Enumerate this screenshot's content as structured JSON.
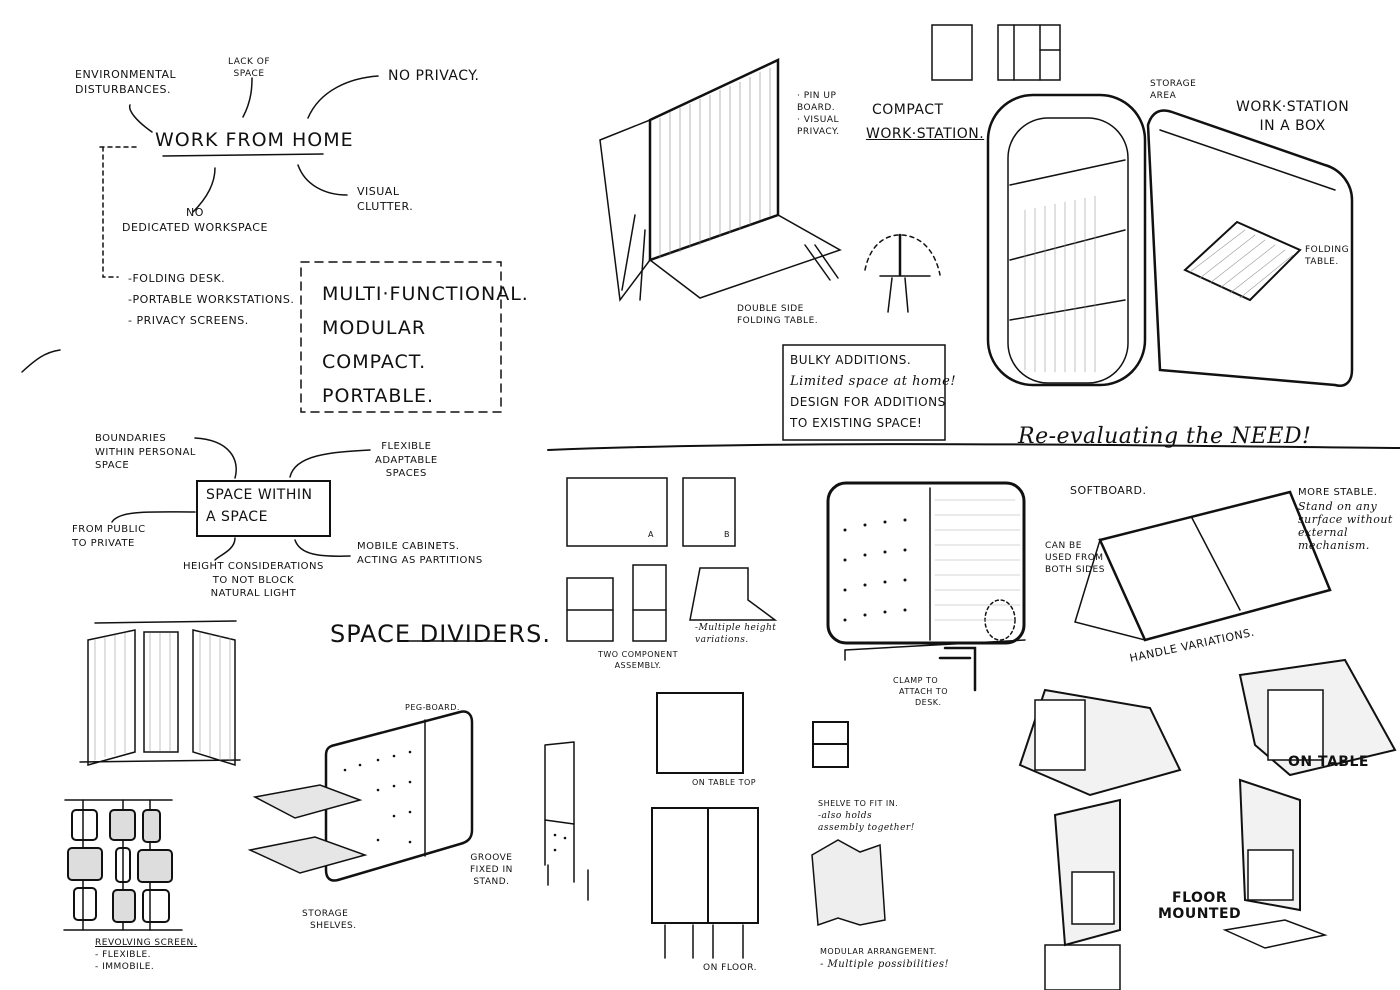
{
  "mind_map_work_from_home": {
    "center": "WORK FROM HOME",
    "environmental": [
      "ENVIRONMENTAL",
      "DISTURBANCES."
    ],
    "lack_of_space": [
      "LACK OF",
      "SPACE"
    ],
    "no_privacy": "NO PRIVACY.",
    "no_workspace": [
      "NO",
      "DEDICATED WORKSPACE"
    ],
    "visual_clutter": [
      "VISUAL",
      "CLUTTER."
    ],
    "solutions": [
      "-FOLDING DESK.",
      "-PORTABLE WORKSTATIONS.",
      "- PRIVACY SCREENS."
    ]
  },
  "requirements_box": [
    "MULTI·FUNCTIONAL.",
    "MODULAR",
    "COMPACT.",
    "PORTABLE."
  ],
  "folding_table": {
    "pin_up": [
      "· PIN UP",
      "BOARD.",
      "· VISUAL",
      "PRIVACY."
    ],
    "caption": [
      "DOUBLE SIDE",
      "FOLDING TABLE."
    ]
  },
  "compact_workstation": {
    "title": [
      "COMPACT",
      "WORK·STATION."
    ]
  },
  "workstation_box": {
    "title": [
      "WORK·STATION",
      "IN A BOX"
    ],
    "storage": [
      "STORAGE",
      "AREA"
    ],
    "folding_table": [
      "FOLDING",
      "TABLE."
    ]
  },
  "bulky_note": [
    "BULKY ADDITIONS.",
    "Limited space at home!",
    "DESIGN FOR ADDITIONS",
    "TO EXISTING SPACE!"
  ],
  "reevaluating": "Re-evaluating the NEED!",
  "mind_map_space": {
    "center": [
      "SPACE WITHIN",
      "A SPACE"
    ],
    "boundaries": [
      "BOUNDARIES",
      "WITHIN PERSONAL",
      "SPACE"
    ],
    "flexible": [
      "FLEXIBLE",
      "ADAPTABLE",
      "SPACES"
    ],
    "public_private": [
      "FROM PUBLIC",
      "TO PRIVATE"
    ],
    "height": [
      "HEIGHT CONSIDERATIONS",
      "TO NOT BLOCK",
      "NATURAL LIGHT"
    ],
    "mobile": [
      "MOBILE CABINETS.",
      "ACTING AS PARTITIONS"
    ]
  },
  "space_dividers": "SPACE DIVIDERS.",
  "revolving_screen": {
    "title": "REVOLVING SCREEN.",
    "notes": [
      "- FLEXIBLE.",
      "- IMMOBILE."
    ]
  },
  "pegboard": {
    "label": "PEG-BOARD.",
    "shelves": [
      "STORAGE",
      "SHELVES."
    ],
    "groove": [
      "GROOVE",
      "FIXED IN",
      "STAND."
    ]
  },
  "components": {
    "a": "A",
    "b": "B",
    "assembly": [
      "TWO COMPONENT",
      "ASSEMBLY."
    ],
    "heights": [
      "-Multiple height",
      "variations."
    ]
  },
  "softboard": {
    "label": "SOFTBOARD.",
    "both_sides": [
      "CAN BE",
      "USED FROM",
      "BOTH SIDES"
    ],
    "stable": [
      "MORE STABLE.",
      "Stand on any",
      "surface without",
      "external",
      "mechanism."
    ],
    "clamp": [
      "CLAMP TO",
      "ATTACH TO",
      "DESK."
    ]
  },
  "handle_variations": "HANDLE VARIATIONS.",
  "on_table": "ON TABLE",
  "on_table_top": "ON TABLE TOP",
  "shelve_fit": {
    "title": "SHELVE TO FIT IN.",
    "note": [
      "-also holds",
      "assembly together!"
    ]
  },
  "on_floor": "ON FLOOR.",
  "modular": {
    "title": "MODULAR ARRANGEMENT.",
    "note": "- Multiple possibilities!"
  },
  "floor_mounted": [
    "FLOOR",
    "MOUNTED"
  ]
}
